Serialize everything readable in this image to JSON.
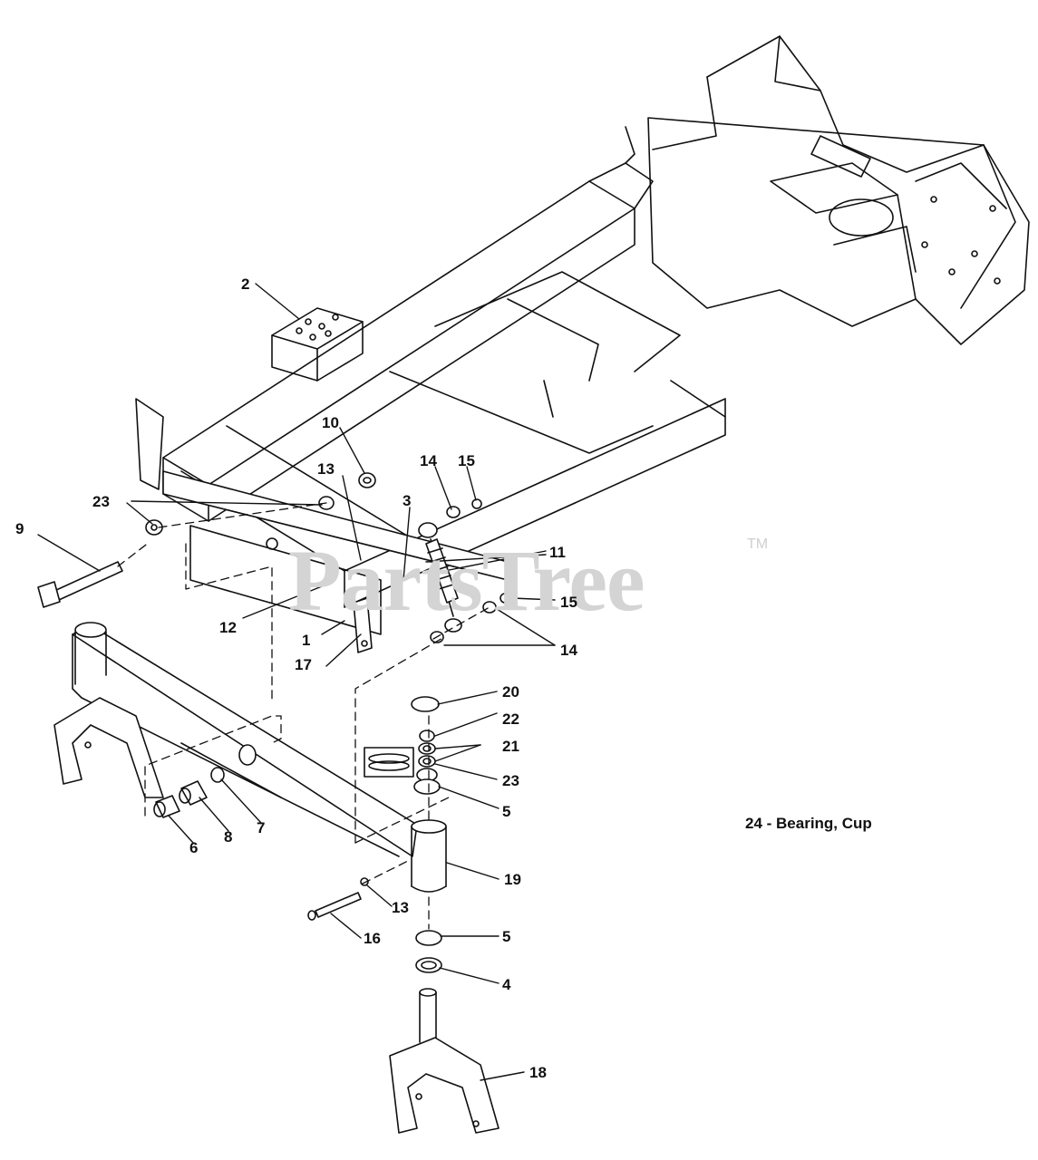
{
  "watermark": {
    "text": "PartsTree",
    "tm": "TM"
  },
  "note": "24 - Bearing, Cup",
  "callouts": {
    "c1": "1",
    "c2": "2",
    "c3": "3",
    "c4": "4",
    "c5a": "5",
    "c5b": "5",
    "c6": "6",
    "c7": "7",
    "c8": "8",
    "c9": "9",
    "c10": "10",
    "c11": "11",
    "c12": "12",
    "c13a": "13",
    "c13b": "13",
    "c14a": "14",
    "c14b": "14",
    "c15a": "15",
    "c15b": "15",
    "c16": "16",
    "c17": "17",
    "c18": "18",
    "c19": "19",
    "c20": "20",
    "c21": "21",
    "c22": "22",
    "c23a": "23",
    "c23b": "23"
  }
}
